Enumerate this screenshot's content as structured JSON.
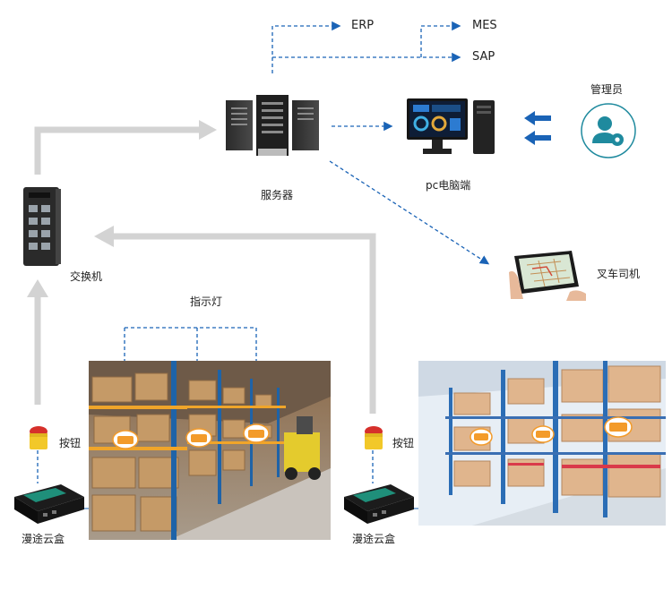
{
  "nodes": {
    "erp": "ERP",
    "mes": "MES",
    "sap": "SAP",
    "server": "服务器",
    "pc": "pc电脑端",
    "admin": "管理员",
    "switch": "交换机",
    "forklift_driver": "叉车司机",
    "indicator": "指示灯",
    "button_left": "按钮",
    "button_right": "按钮",
    "cloudbox_left": "漫途云盒",
    "cloudbox_right": "漫途云盒"
  },
  "colors": {
    "dashed_line": "#1a63b6",
    "gray_arrow": "#d3d3d3",
    "light_orange": "#f39b2a",
    "admin_icon": "#1f8a9e"
  }
}
